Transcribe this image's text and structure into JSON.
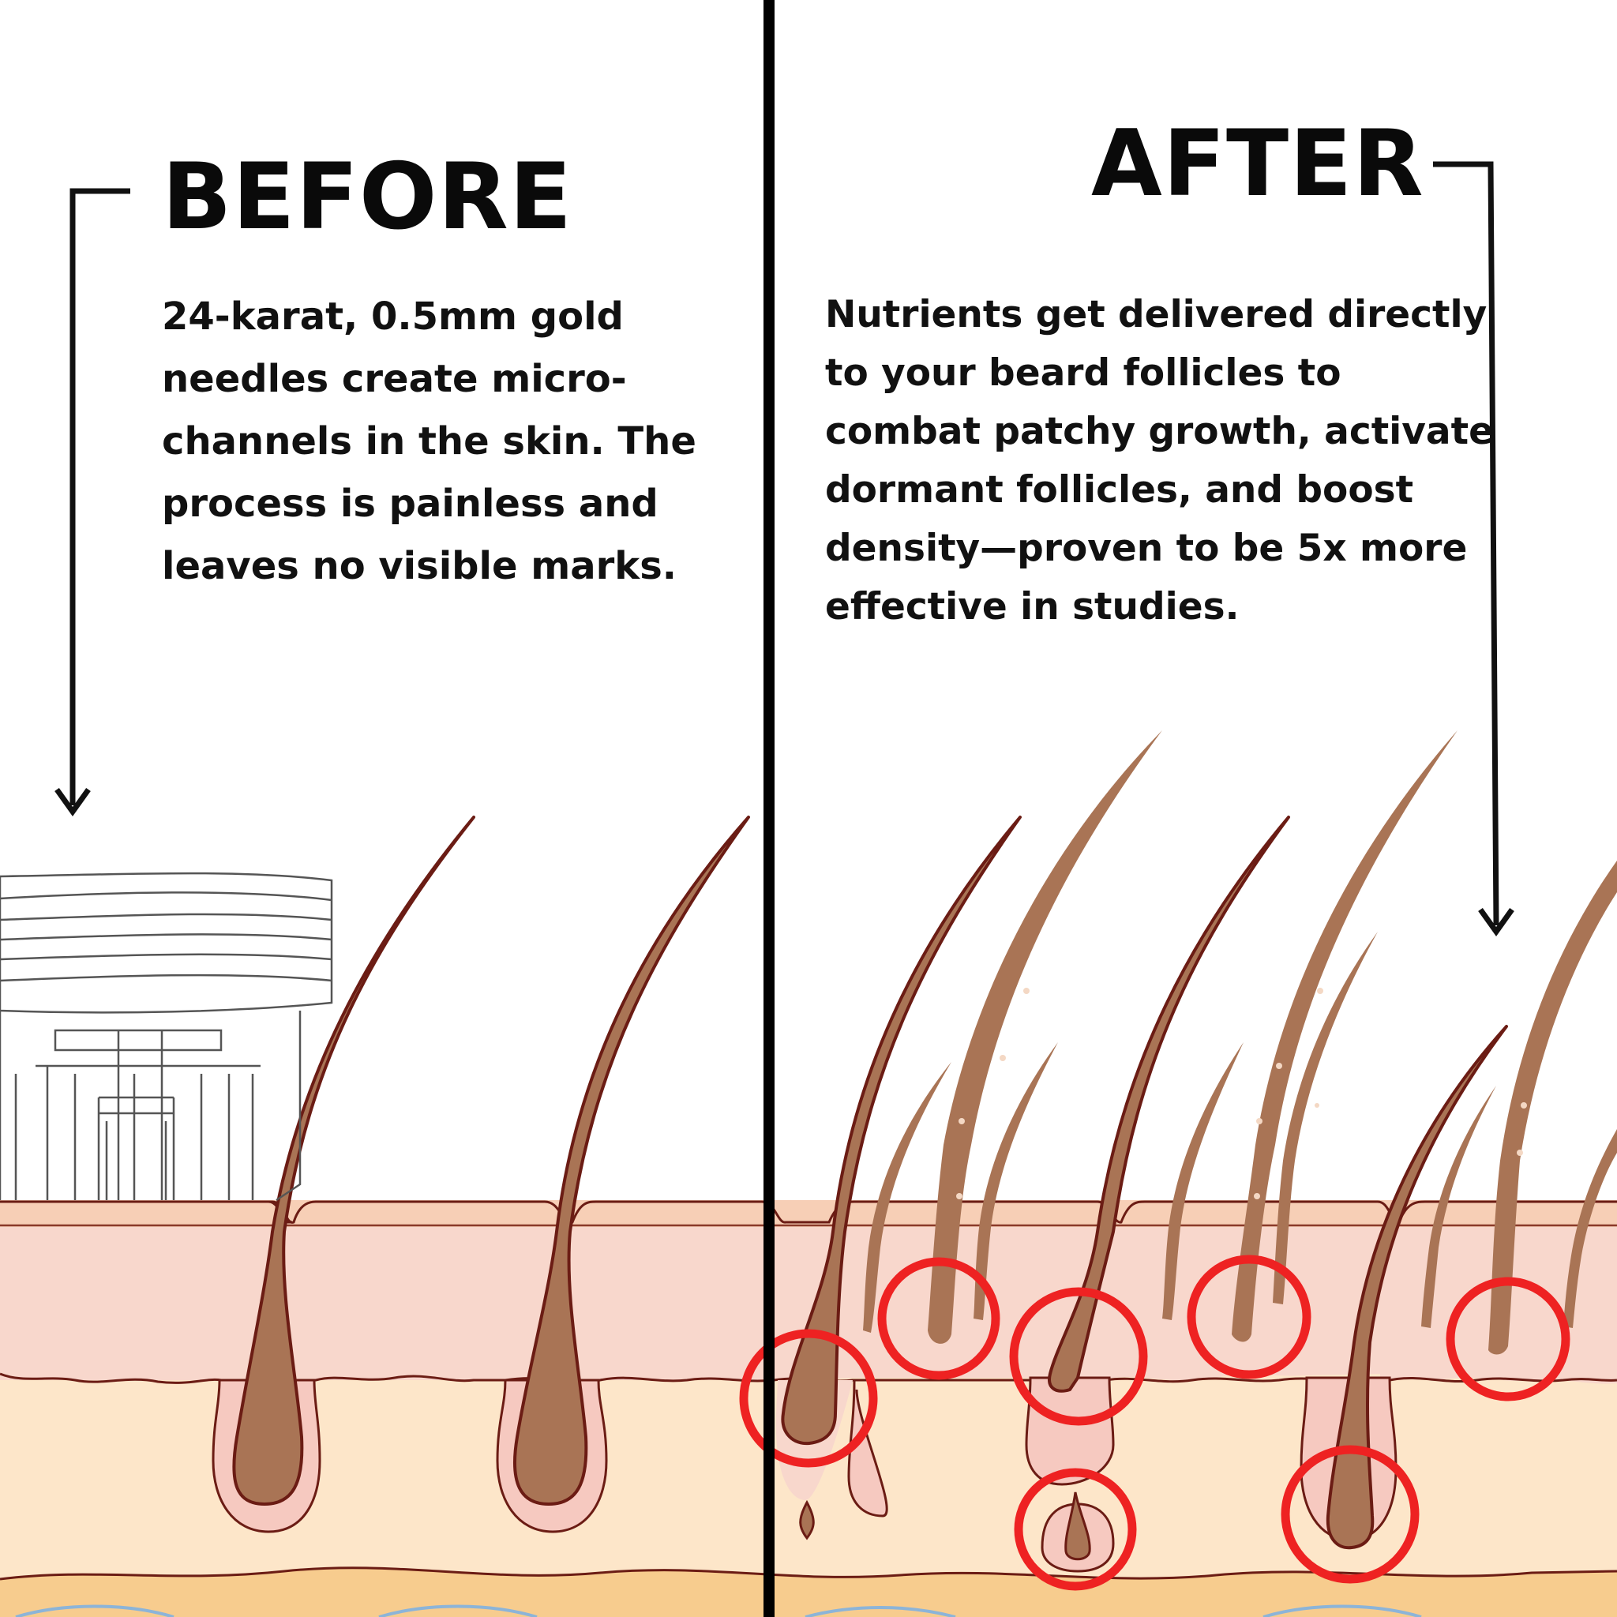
{
  "before": {
    "title": "BEFORE",
    "description": "24-karat, 0.5mm gold needles create micro-channels in the skin. The process is painless and leaves no visible marks."
  },
  "after": {
    "title": "AFTER",
    "description": "Nutrients get delivered directly to your beard follicles to combat patchy growth, activate dormant follicles, and boost density—proven to be 5x more effective in studies."
  },
  "colors": {
    "hair": "#a97455",
    "hair_outline": "#6b1c14",
    "epidermis": "#f7cfb6",
    "skin_layer": "#f8d7cc",
    "dermis": "#fde6c9",
    "follicle_sheath": "#f6c9c0",
    "highlight_circle": "#ee2222",
    "divider": "#000000"
  }
}
